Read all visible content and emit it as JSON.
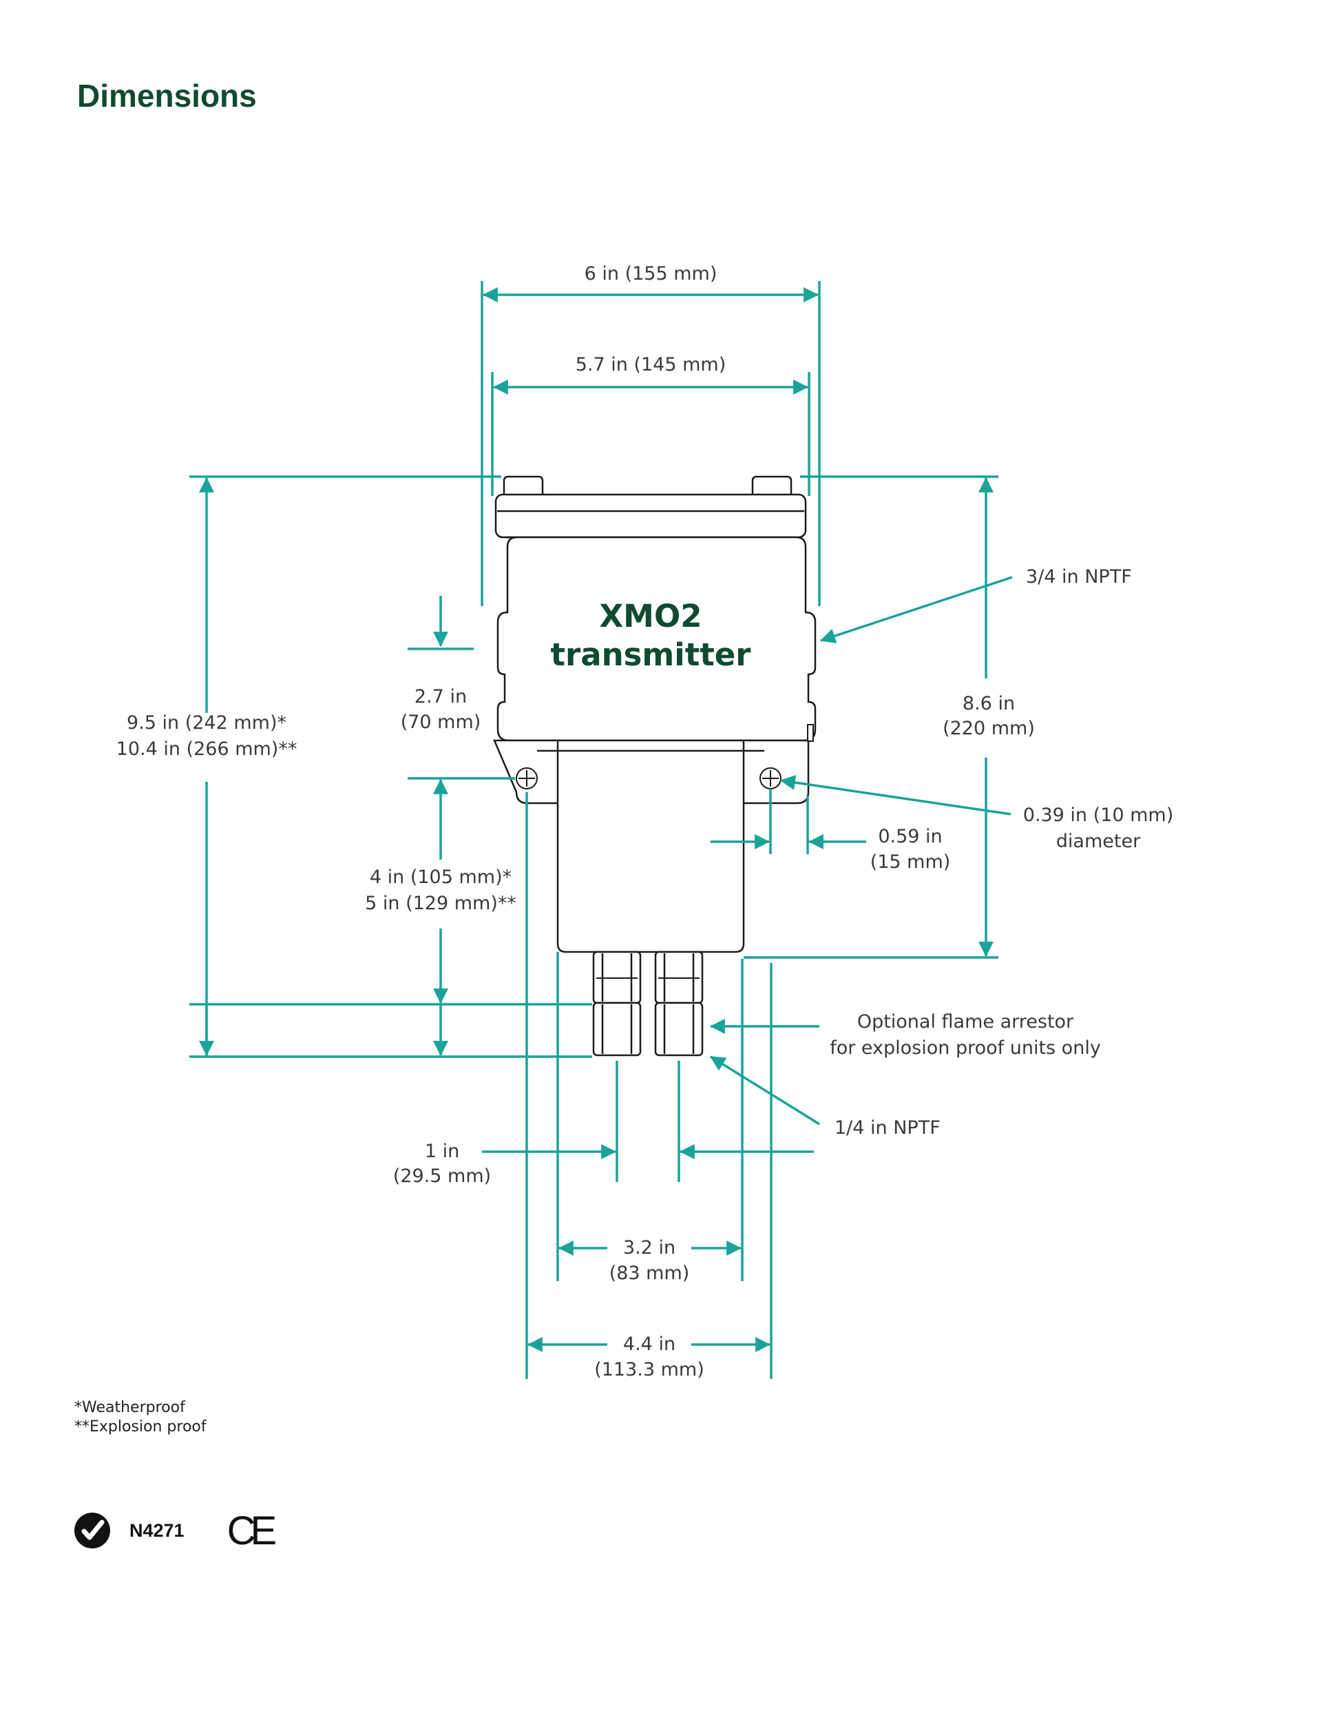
{
  "page": {
    "title": "Dimensions"
  },
  "device": {
    "label_line1": "XMO2",
    "label_line2": "transmitter"
  },
  "dimensions": {
    "overall_width": "6 in (155 mm)",
    "inner_width": "5.7 in (145 mm)",
    "body_height_line1": "8.6 in",
    "body_height_line2": "(220 mm)",
    "overall_height_line1": "9.5 in (242 mm)*",
    "overall_height_line2": "10.4 in (266 mm)**",
    "mount_offset_line1": "2.7 in",
    "mount_offset_line2": "(70 mm)",
    "lower_height_line1": "4 in (105 mm)*",
    "lower_height_line2": "5 in (129 mm)**",
    "hole_edge_line1": "0.59 in",
    "hole_edge_line2": "(15 mm)",
    "port_spacing_line1": "1 in",
    "port_spacing_line2": "(29.5 mm)",
    "stem_width_line1": "3.2 in",
    "stem_width_line2": "(83 mm)",
    "hole_spacing_line1": "4.4 in",
    "hole_spacing_line2": "(113.3 mm)"
  },
  "callouts": {
    "conduit_port": "3/4 in NPTF",
    "hole_diameter_line1": "0.39 in (10 mm)",
    "hole_diameter_line2": "diameter",
    "flame_arrestor_line1": "Optional flame arrestor",
    "flame_arrestor_line2": "for explosion proof units only",
    "gas_port": "1/4 in NPTF"
  },
  "footnotes": {
    "weatherproof": "*Weatherproof",
    "explosion_proof": "**Explosion proof"
  },
  "certifications": {
    "rcm_code": "N4271",
    "ce_mark": "CE"
  },
  "colors": {
    "dimension_lines": "#1aa39a",
    "title": "#0f4a31"
  }
}
